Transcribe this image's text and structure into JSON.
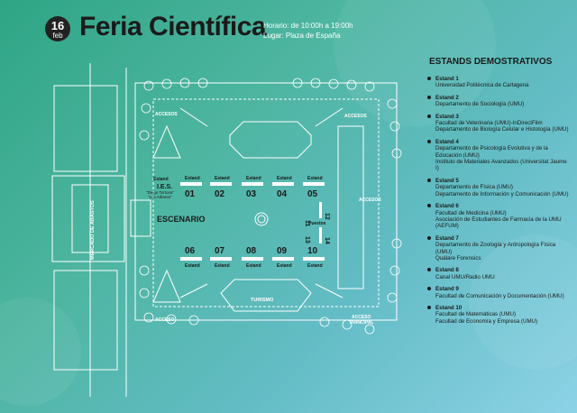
{
  "header": {
    "day": "16",
    "month": "feb",
    "title": "Feria Científica",
    "horario": "Horario: de 10:00h a 19:00h",
    "lugar": "Lugar: Plaza de España"
  },
  "legend": {
    "title": "ESTANDS DEMOSTRATIVOS",
    "items": [
      {
        "label": "Estand 1",
        "lines": [
          "Universidad Politécnica de Cartagena"
        ]
      },
      {
        "label": "Estand 2",
        "lines": [
          "Departamento de Sociología (UMU)"
        ]
      },
      {
        "label": "Estand 3",
        "lines": [
          "Facultad de Veterinaria (UMU)-InDirectFilm",
          "Departamento de Biología Celular e Histología (UMU)"
        ]
      },
      {
        "label": "Estand 4",
        "lines": [
          "Departamento de Psicología Evolutiva y de la Educación (UMU)",
          "Instituto de Materiales Avanzados (Universitat Jaume I)"
        ]
      },
      {
        "label": "Estand 5",
        "lines": [
          "Departamento de Física (UMU)",
          "Departamento de Información y Comunicación (UMU)"
        ]
      },
      {
        "label": "Estand 6",
        "lines": [
          "Facultad de Medicina (UMU)",
          "Asociación de Estudiantes de Farmacia de la UMU (AEFUM)"
        ]
      },
      {
        "label": "Estand 7",
        "lines": [
          "Departamento de Zoología y Antropología Física (UMU)",
          "Quálare Forensics"
        ]
      },
      {
        "label": "Estand 8",
        "lines": [
          "Canal UMU/Radio UMU"
        ]
      },
      {
        "label": "Estand 9",
        "lines": [
          "Facultad de Comunicación y Documentación (UMU)"
        ]
      },
      {
        "label": "Estand 10",
        "lines": [
          "Facultad de Matemáticas (UMU)",
          "Facultad de Economía y Empresa (UMU)"
        ]
      }
    ]
  },
  "map": {
    "accesos": "ACCESOS",
    "acceso": "ACCESO",
    "acceso_principal_1": "ACCESO",
    "acceso_principal_2": "PRINCIPAL",
    "mercado": "MERCADO DE ABASTOS",
    "escenario": "ESCENARIO",
    "turismo": "TURISMO",
    "ies_estand": "Estand",
    "ies_name": "I.E.S.",
    "ies_sub1": "\"Diego Tortosa\"",
    "ies_sub2": "\"Los Albares\"",
    "estand_word": "Estand",
    "puestos": "Puestos",
    "top_stands": [
      "01",
      "02",
      "03",
      "04",
      "05"
    ],
    "bottom_stands": [
      "06",
      "07",
      "08",
      "09",
      "10"
    ],
    "side_stands": [
      "11",
      "12",
      "13",
      "14"
    ]
  },
  "colors": {
    "title": "#1a1a1a",
    "map_lines": "#ffffff",
    "background_start": "#2fa585",
    "background_end": "#8cd2e6"
  }
}
